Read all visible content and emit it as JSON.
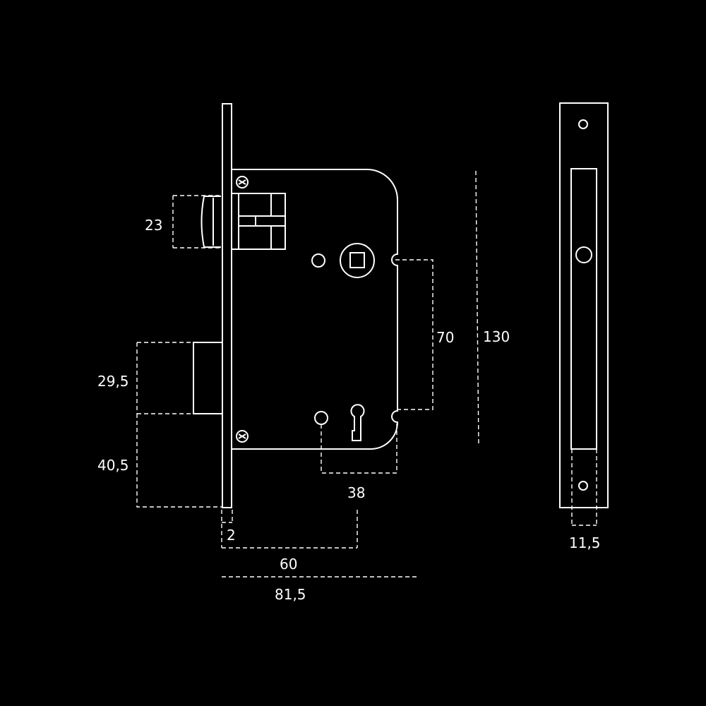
{
  "colors": {
    "background": "#000000",
    "line": "#ffffff"
  },
  "dimensions": {
    "latch_height": "23",
    "deadbolt_height": "29,5",
    "deadbolt_to_bottom": "40,5",
    "faceplate_thickness": "2",
    "backset": "60",
    "case_depth": "81,5",
    "center_distance": "70",
    "case_height": "130",
    "keyhole_offset": "38",
    "faceplate_width": "11,5"
  },
  "icons": [
    "screw-icon",
    "spindle-hole-icon",
    "keyhole-icon"
  ]
}
